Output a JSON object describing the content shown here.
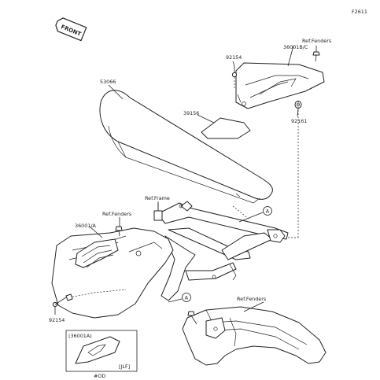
{
  "figure_code": "F2611",
  "front_badge": "FRONT",
  "labels": {
    "ref_fenders_top": "Ref.Fenders",
    "p36001bc": "36001B/C",
    "p92154_top": "92154",
    "p53066": "53066",
    "p39156": "39156",
    "p92161": "92161",
    "ref_frame": "Ref.Frame",
    "ref_fenders_left": "Ref.Fenders",
    "p36001a": "36001/A",
    "ref_fenders_bottom": "Ref.Fenders",
    "p92154_bottom": "92154",
    "callout_a1": "A",
    "callout_a2": "A"
  },
  "inset": {
    "title": "(36001A)",
    "tag": "[JLF]",
    "color_code": "#OD"
  }
}
